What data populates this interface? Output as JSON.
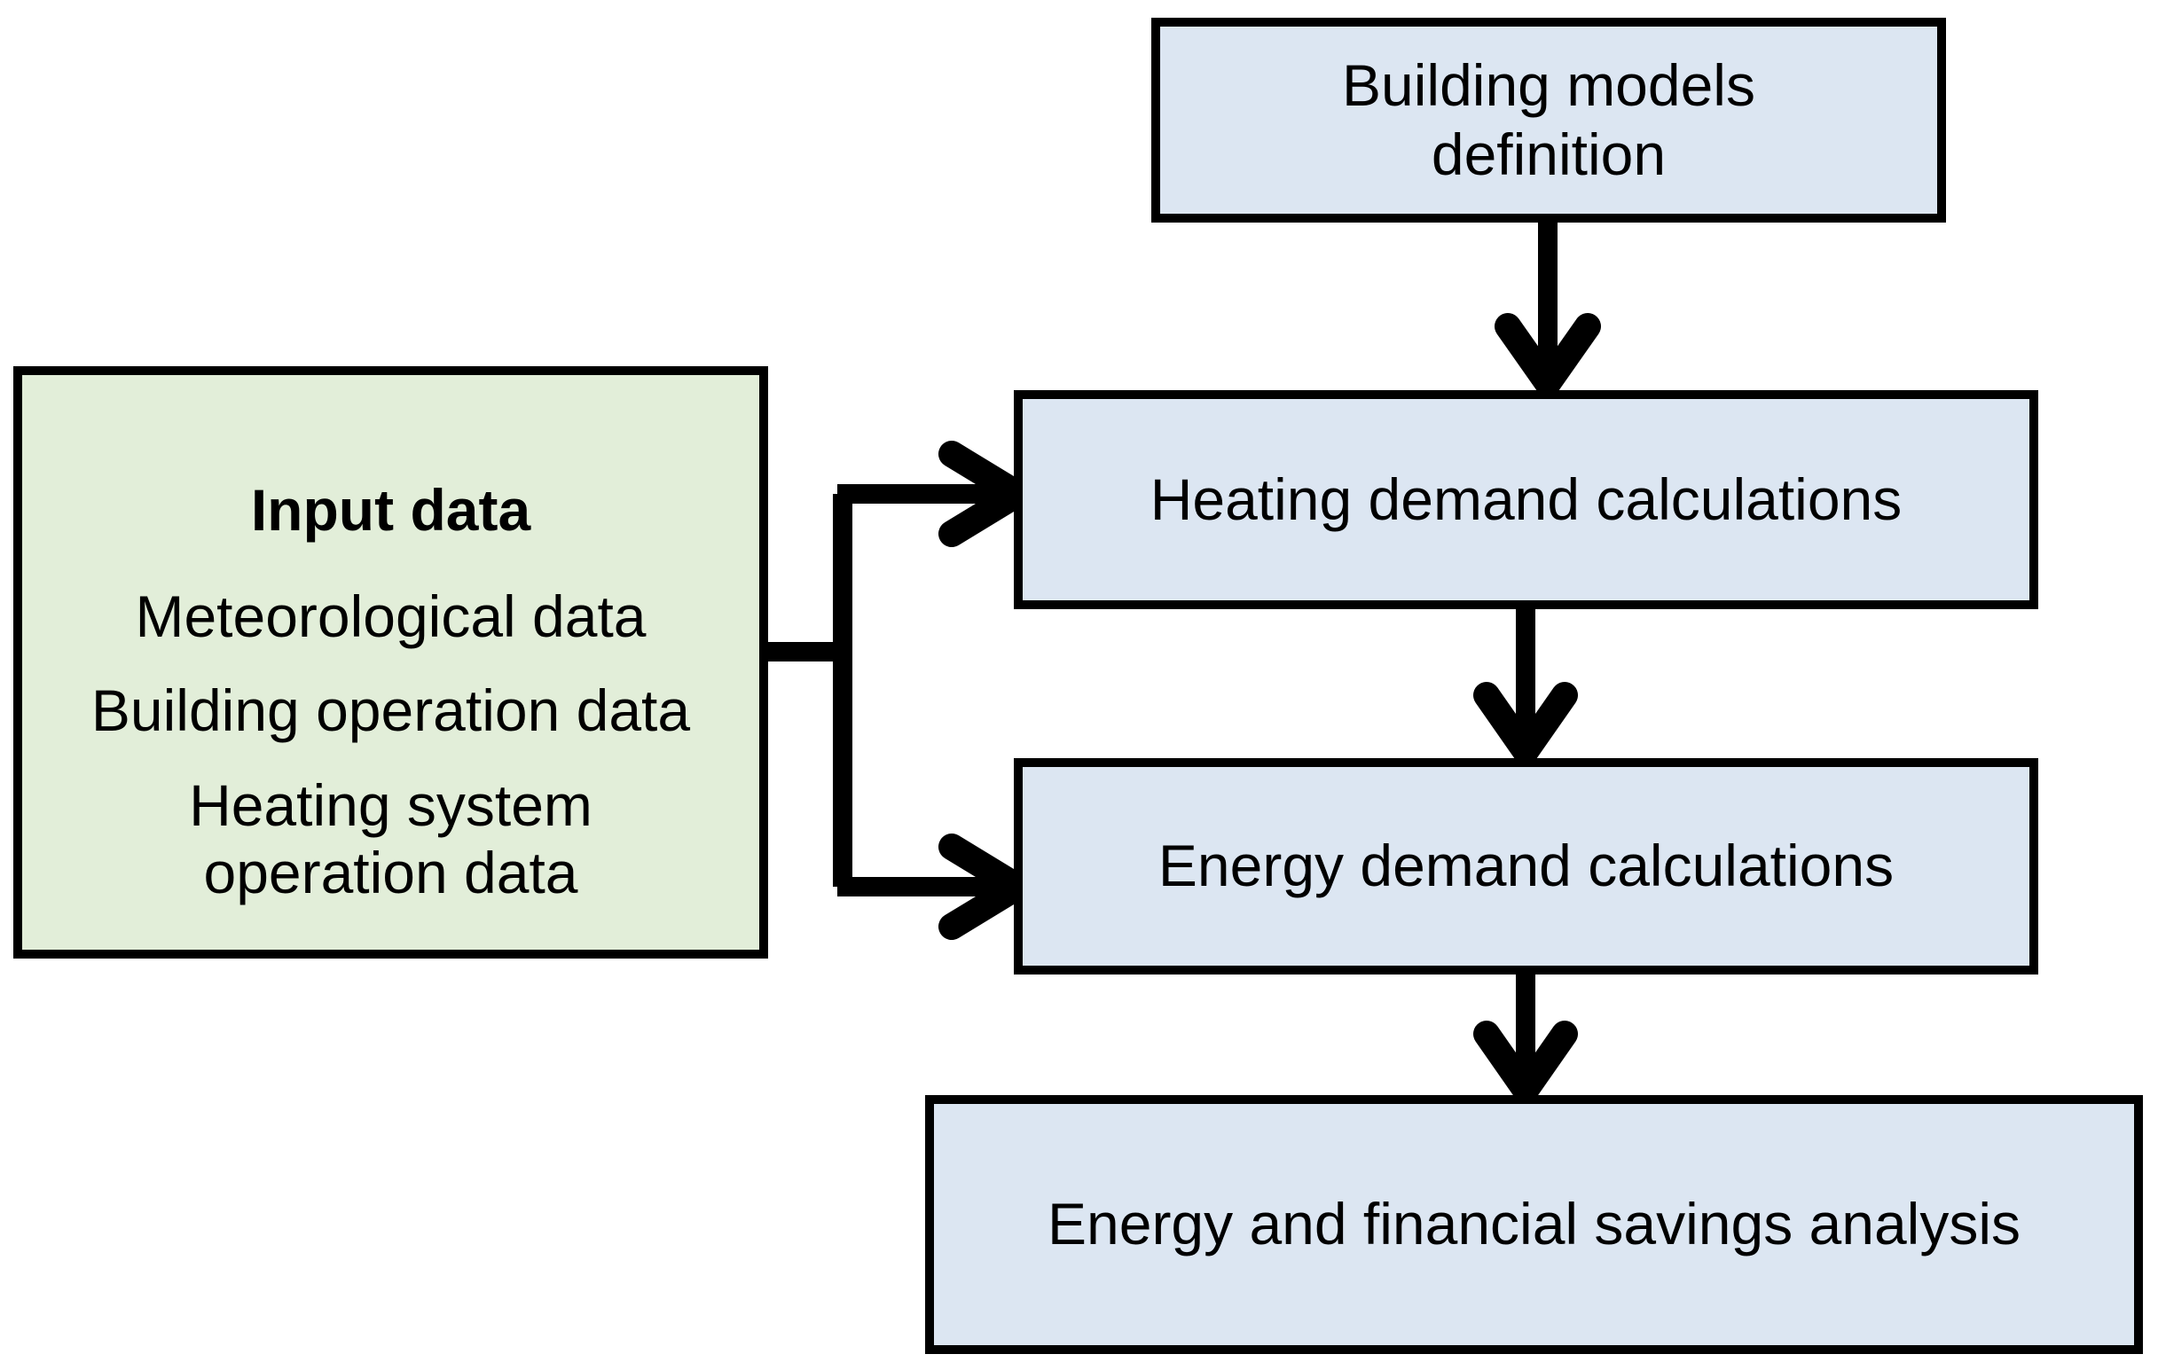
{
  "diagram": {
    "title": "Building energy analysis methodology flowchart",
    "background_color": "#ffffff",
    "palette": {
      "process_fill": "#dce6f2",
      "input_fill": "#e2eed9",
      "stroke": "#000000"
    }
  },
  "nodes": {
    "building_models": {
      "label": "Building models\ndefinition",
      "type": "process",
      "fill": "#dce6f2"
    },
    "heating_demand": {
      "label": "Heating demand calculations",
      "type": "process",
      "fill": "#dce6f2"
    },
    "energy_demand": {
      "label": "Energy demand calculations",
      "type": "process",
      "fill": "#dce6f2"
    },
    "savings_analysis": {
      "label": "Energy and financial savings analysis",
      "type": "process",
      "fill": "#dce6f2"
    },
    "input_data": {
      "title": "Input data",
      "type": "input",
      "fill": "#e2eed9",
      "items": [
        "Meteorological data",
        "Building operation data",
        "Heating system\noperation data"
      ]
    }
  },
  "edges": [
    {
      "id": "building-models-to-heating-demand",
      "from": "building_models",
      "to": "heating_demand",
      "style": "straight-down-arrow"
    },
    {
      "id": "input-data-to-heating-demand",
      "from": "input_data",
      "to": "heating_demand",
      "style": "elbow-right-up-arrow"
    },
    {
      "id": "input-data-to-energy-demand",
      "from": "input_data",
      "to": "energy_demand",
      "style": "elbow-right-down-arrow"
    },
    {
      "id": "heating-demand-to-energy-demand",
      "from": "heating_demand",
      "to": "energy_demand",
      "style": "straight-down-arrow"
    },
    {
      "id": "energy-demand-to-savings-analysis",
      "from": "energy_demand",
      "to": "savings_analysis",
      "style": "straight-down-arrow"
    }
  ]
}
